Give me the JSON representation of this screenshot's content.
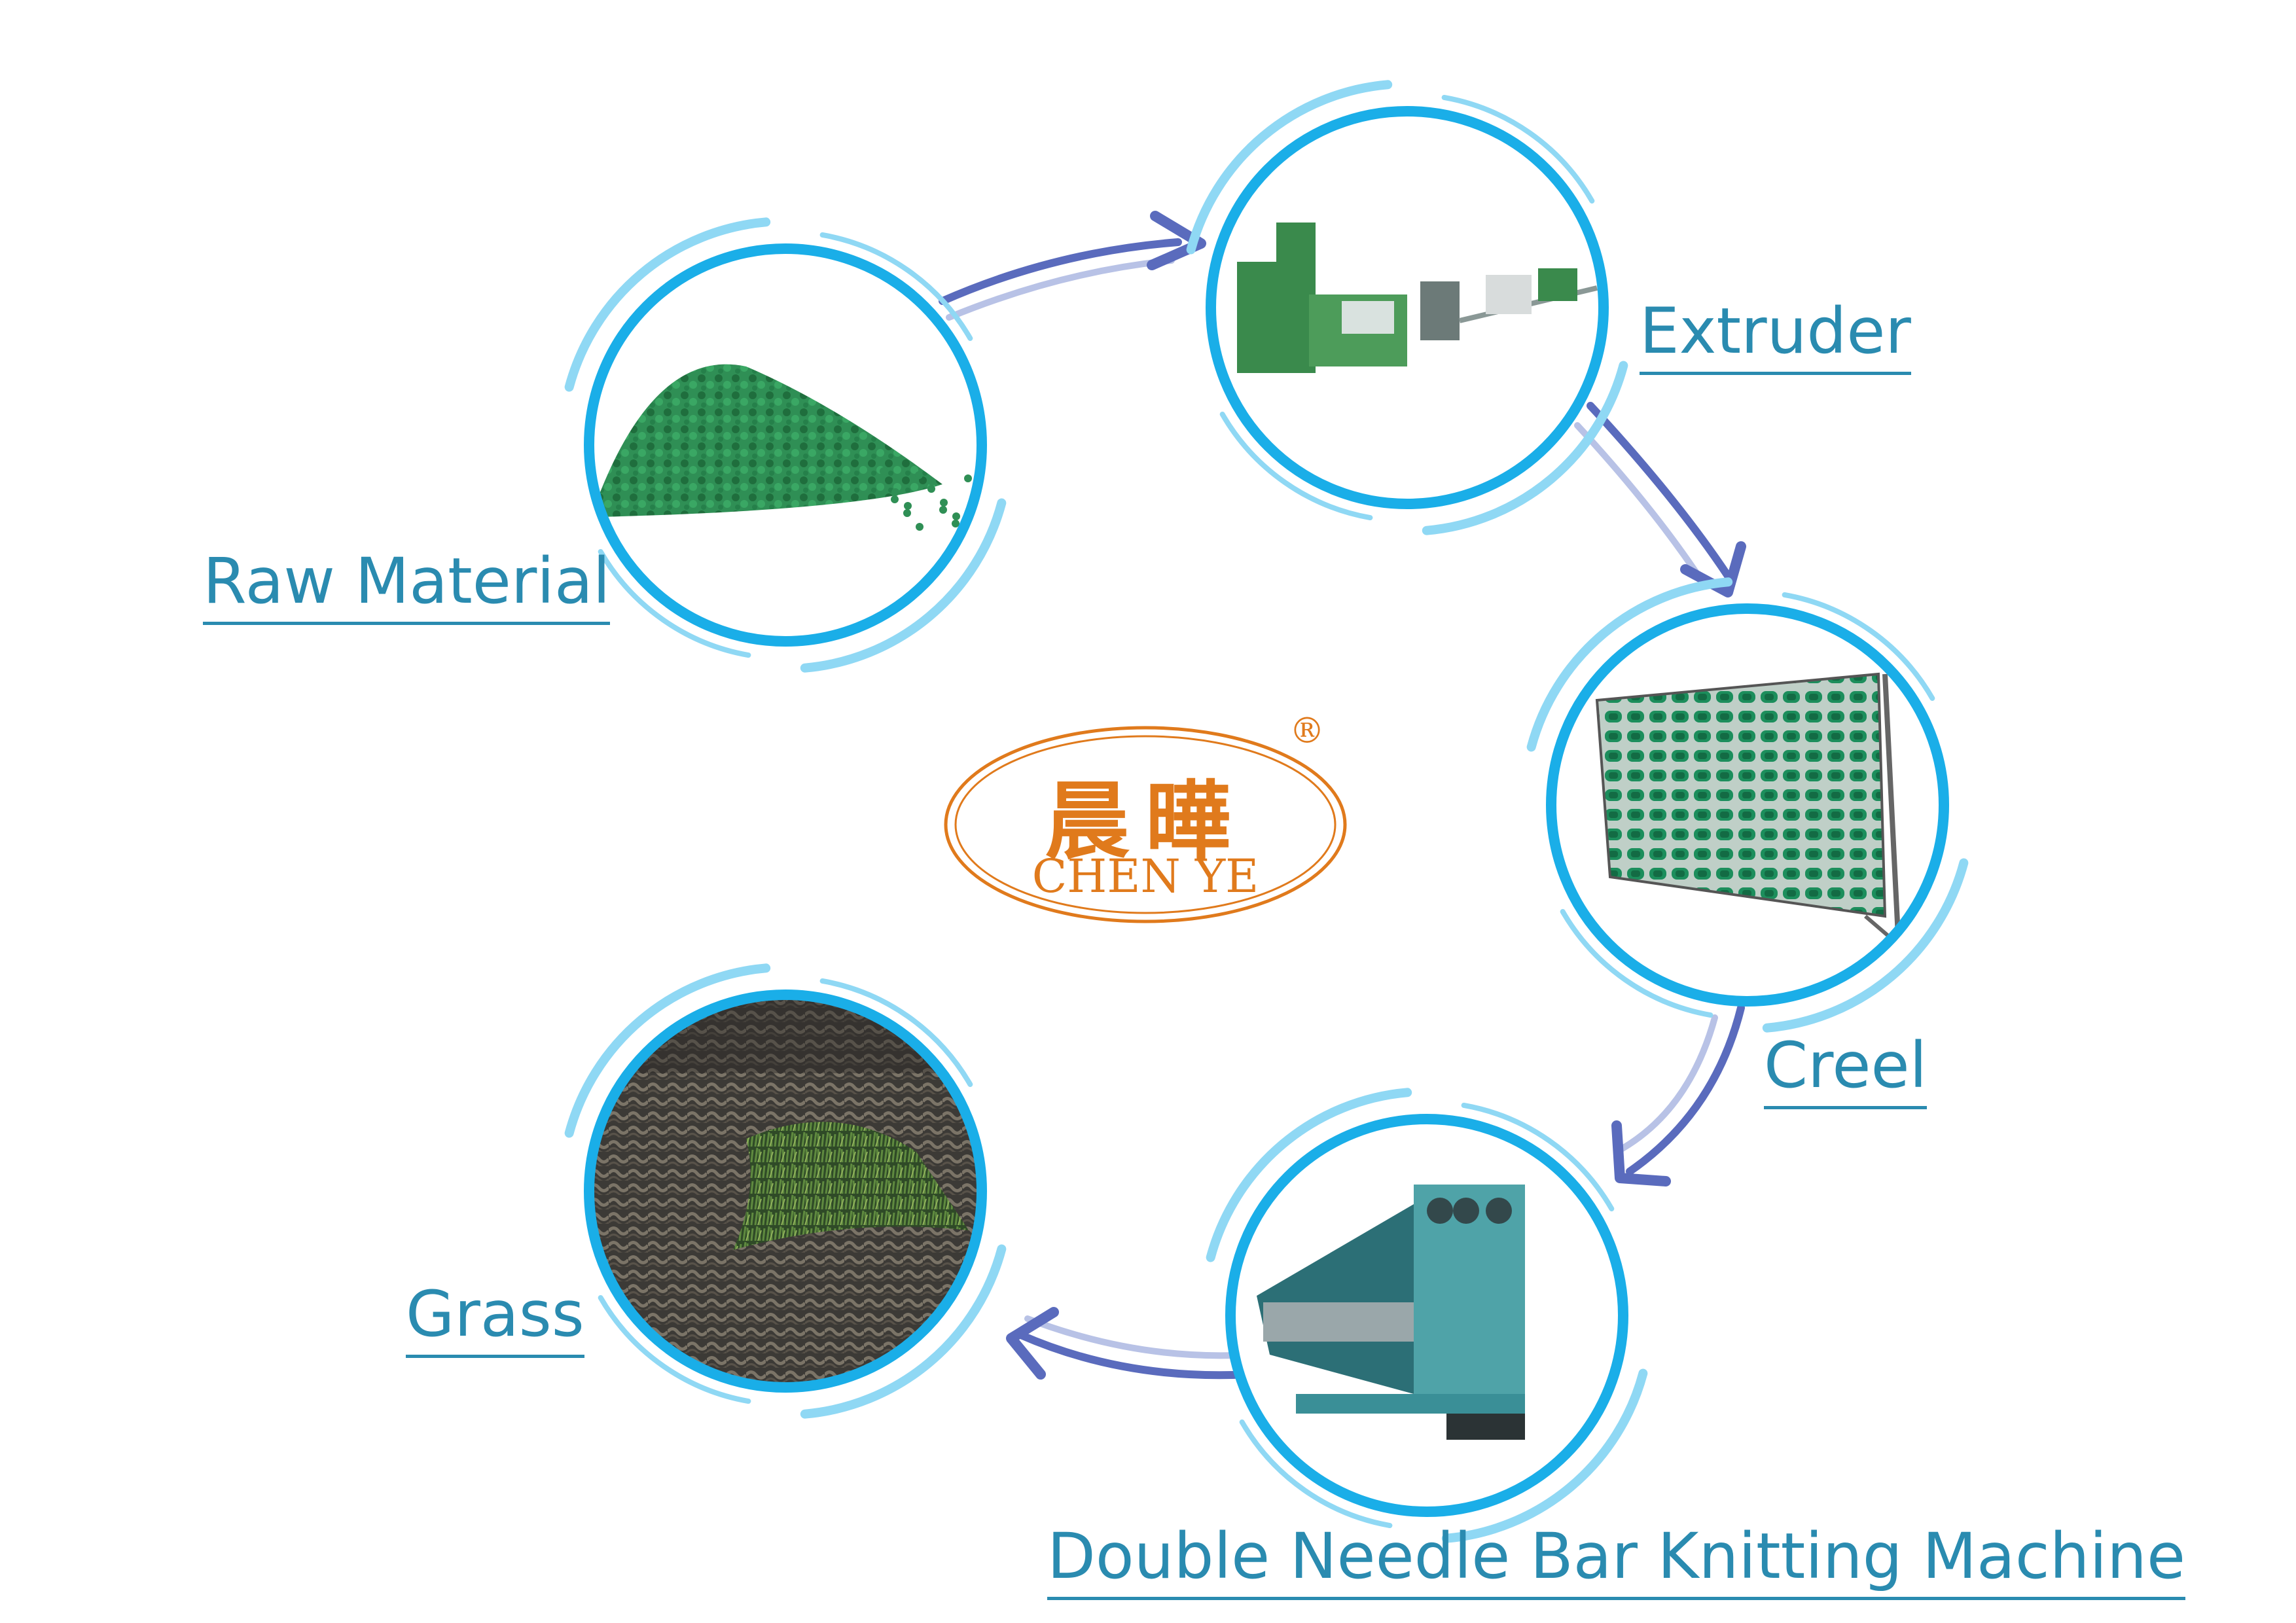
{
  "colors": {
    "ring": "#1aaee8",
    "ring_light": "#8fd8f4",
    "arrow": "#5a6bbd",
    "arrow_light": "#b8c2e6",
    "label": "#2a8bb0",
    "logo": "#e07a1c"
  },
  "steps": [
    {
      "label": "Raw Material",
      "image": "green-pellets-photo"
    },
    {
      "label": "Extruder",
      "image": "extruder-machine-photo"
    },
    {
      "label": "Creel",
      "image": "creel-rack-photo"
    },
    {
      "label": "Double Needle Bar Knitting Machine",
      "image": "knitting-machine-photo"
    },
    {
      "label": "Grass",
      "image": "artificial-grass-photo"
    }
  ],
  "logo": {
    "chinese": "晨曄",
    "english": "CHEN YE",
    "registered": "®"
  }
}
